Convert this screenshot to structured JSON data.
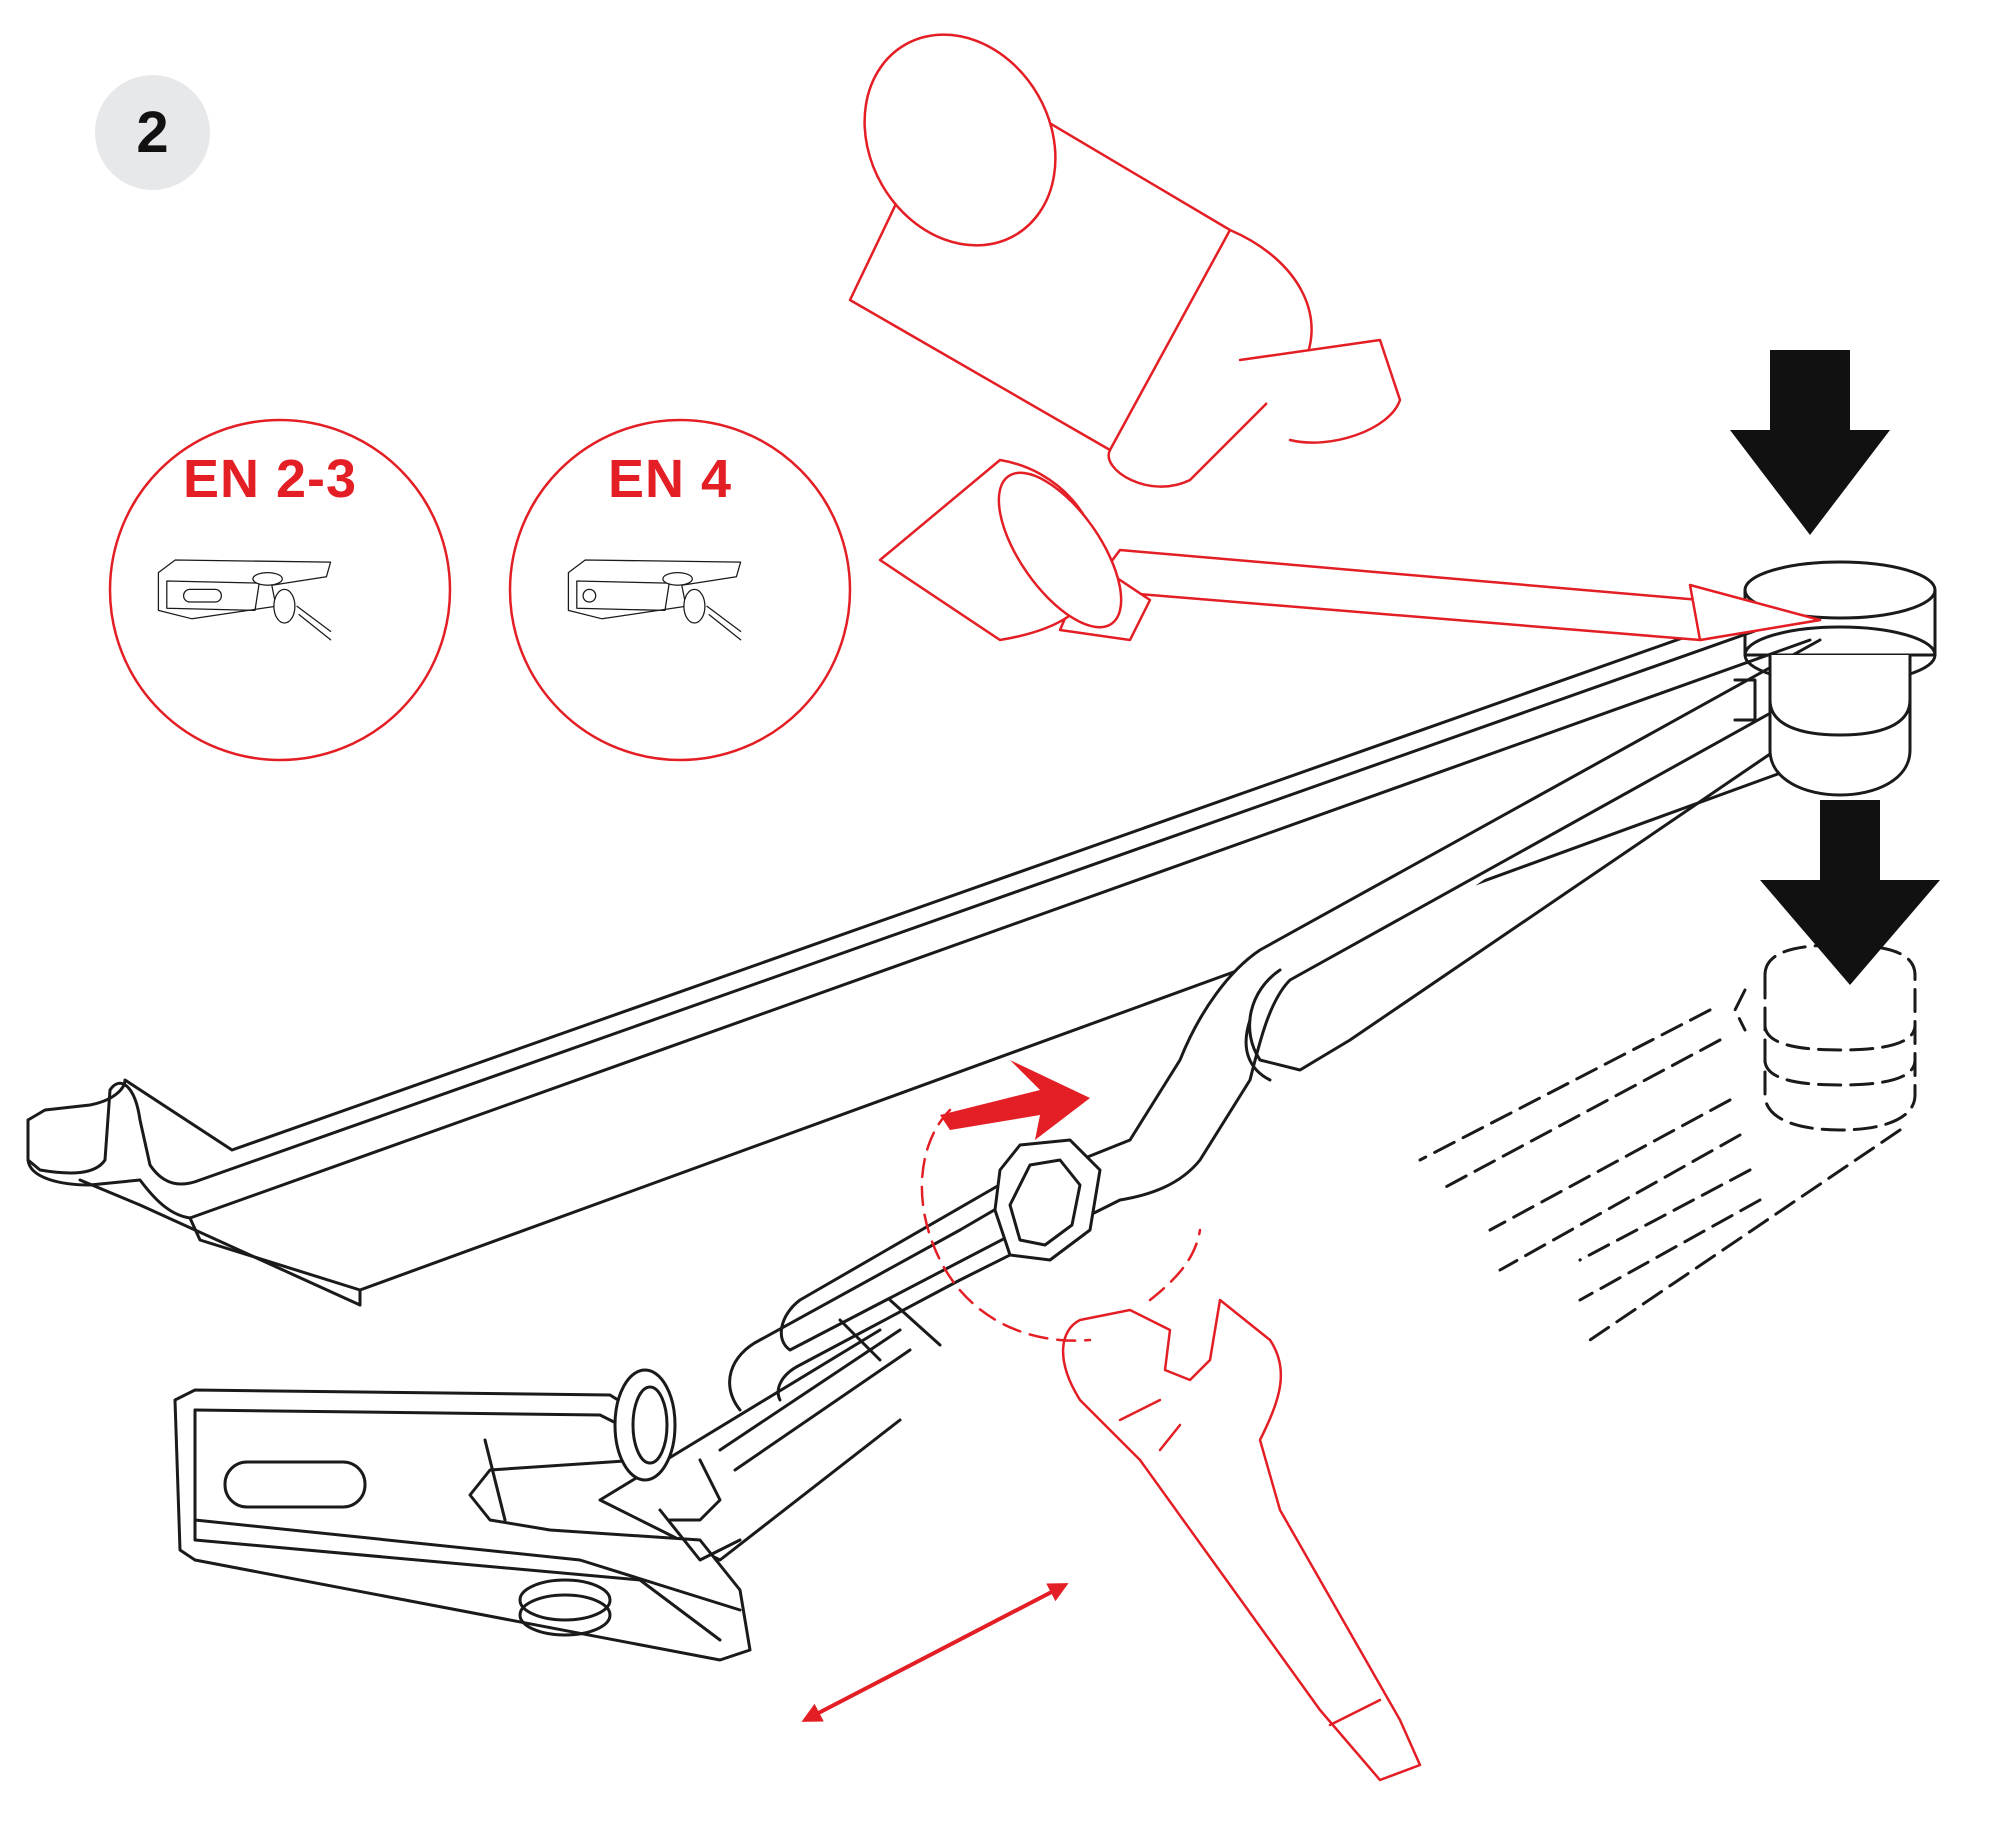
{
  "step": {
    "number": "2"
  },
  "variants": [
    {
      "label": "EN 2-3"
    },
    {
      "label": "EN 4"
    }
  ],
  "colors": {
    "accent_red": "#e31e24",
    "line_black": "#1a1a1a",
    "badge_gray": "#e7e8ea"
  },
  "icons": {
    "press_arrow": "down-arrow-icon",
    "rotate_arrow": "rotate-arrow-icon",
    "adjust_arrow": "double-arrow-icon",
    "screwdriver": "screwdriver-icon",
    "wrench": "open-end-wrench-icon"
  }
}
